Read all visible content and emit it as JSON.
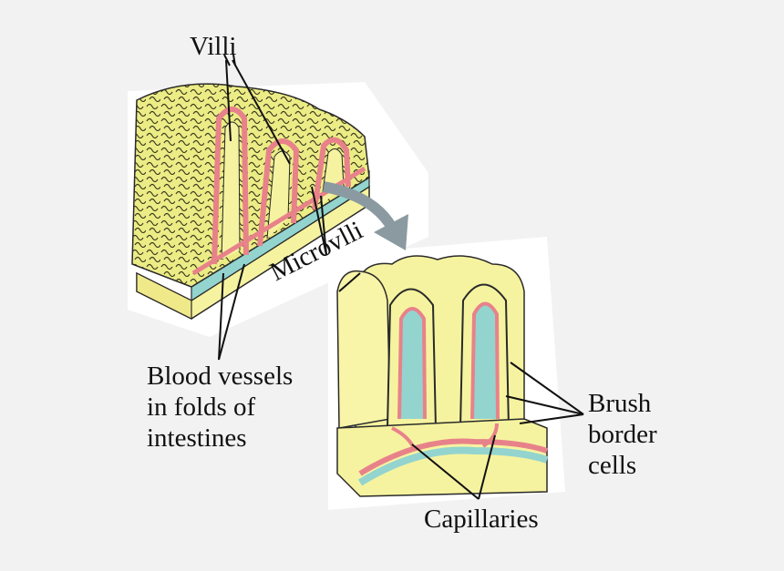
{
  "labels": {
    "villi": "Villi",
    "microvilli": "Microvlli",
    "blood_vessels": [
      "Blood vessels",
      "in folds of",
      "intestines"
    ],
    "brush_border": [
      "Brush",
      "border",
      "cells"
    ],
    "capillaries": "Capillaries"
  },
  "colors": {
    "background": "#f2f2f2",
    "tissue_yellow": "#f6f3a0",
    "villus_texture": "#e0e070",
    "blood_vessel_red": "#e8828a",
    "lymph_blue": "#93d4cf",
    "outline": "#2a2a2a",
    "arrow_gray": "#8a9aa0"
  }
}
